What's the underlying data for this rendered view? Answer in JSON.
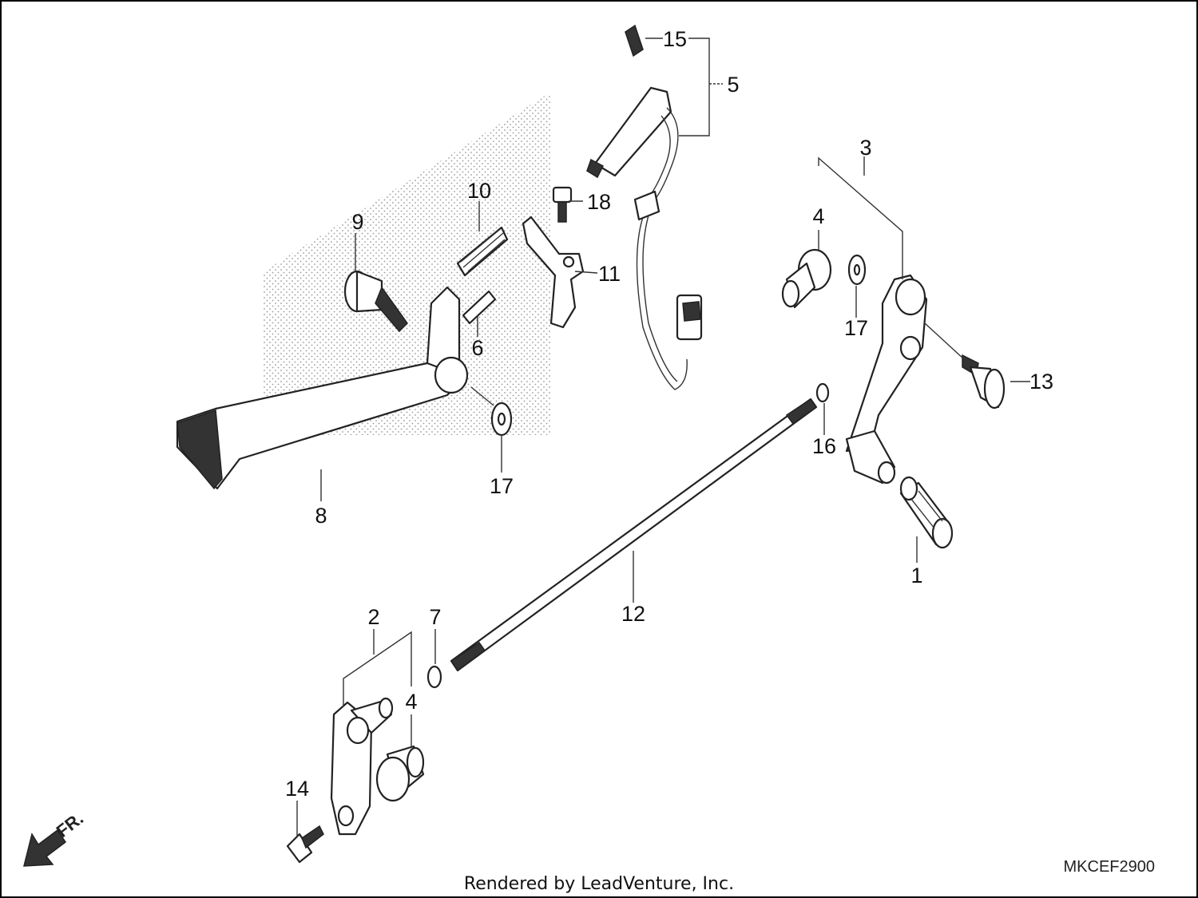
{
  "callouts": [
    "15",
    "5",
    "3",
    "10",
    "18",
    "9",
    "4",
    "11",
    "17",
    "6",
    "13",
    "16",
    "17",
    "8",
    "1",
    "12",
    "2",
    "7",
    "4",
    "14"
  ],
  "footer": {
    "diagram_code": "MKCEF2900",
    "credit": "Rendered by LeadVenture, Inc."
  },
  "orientation_label": "FR.",
  "colors": {
    "line": "#222222",
    "background": "#ffffff",
    "stipple": "#999999"
  }
}
